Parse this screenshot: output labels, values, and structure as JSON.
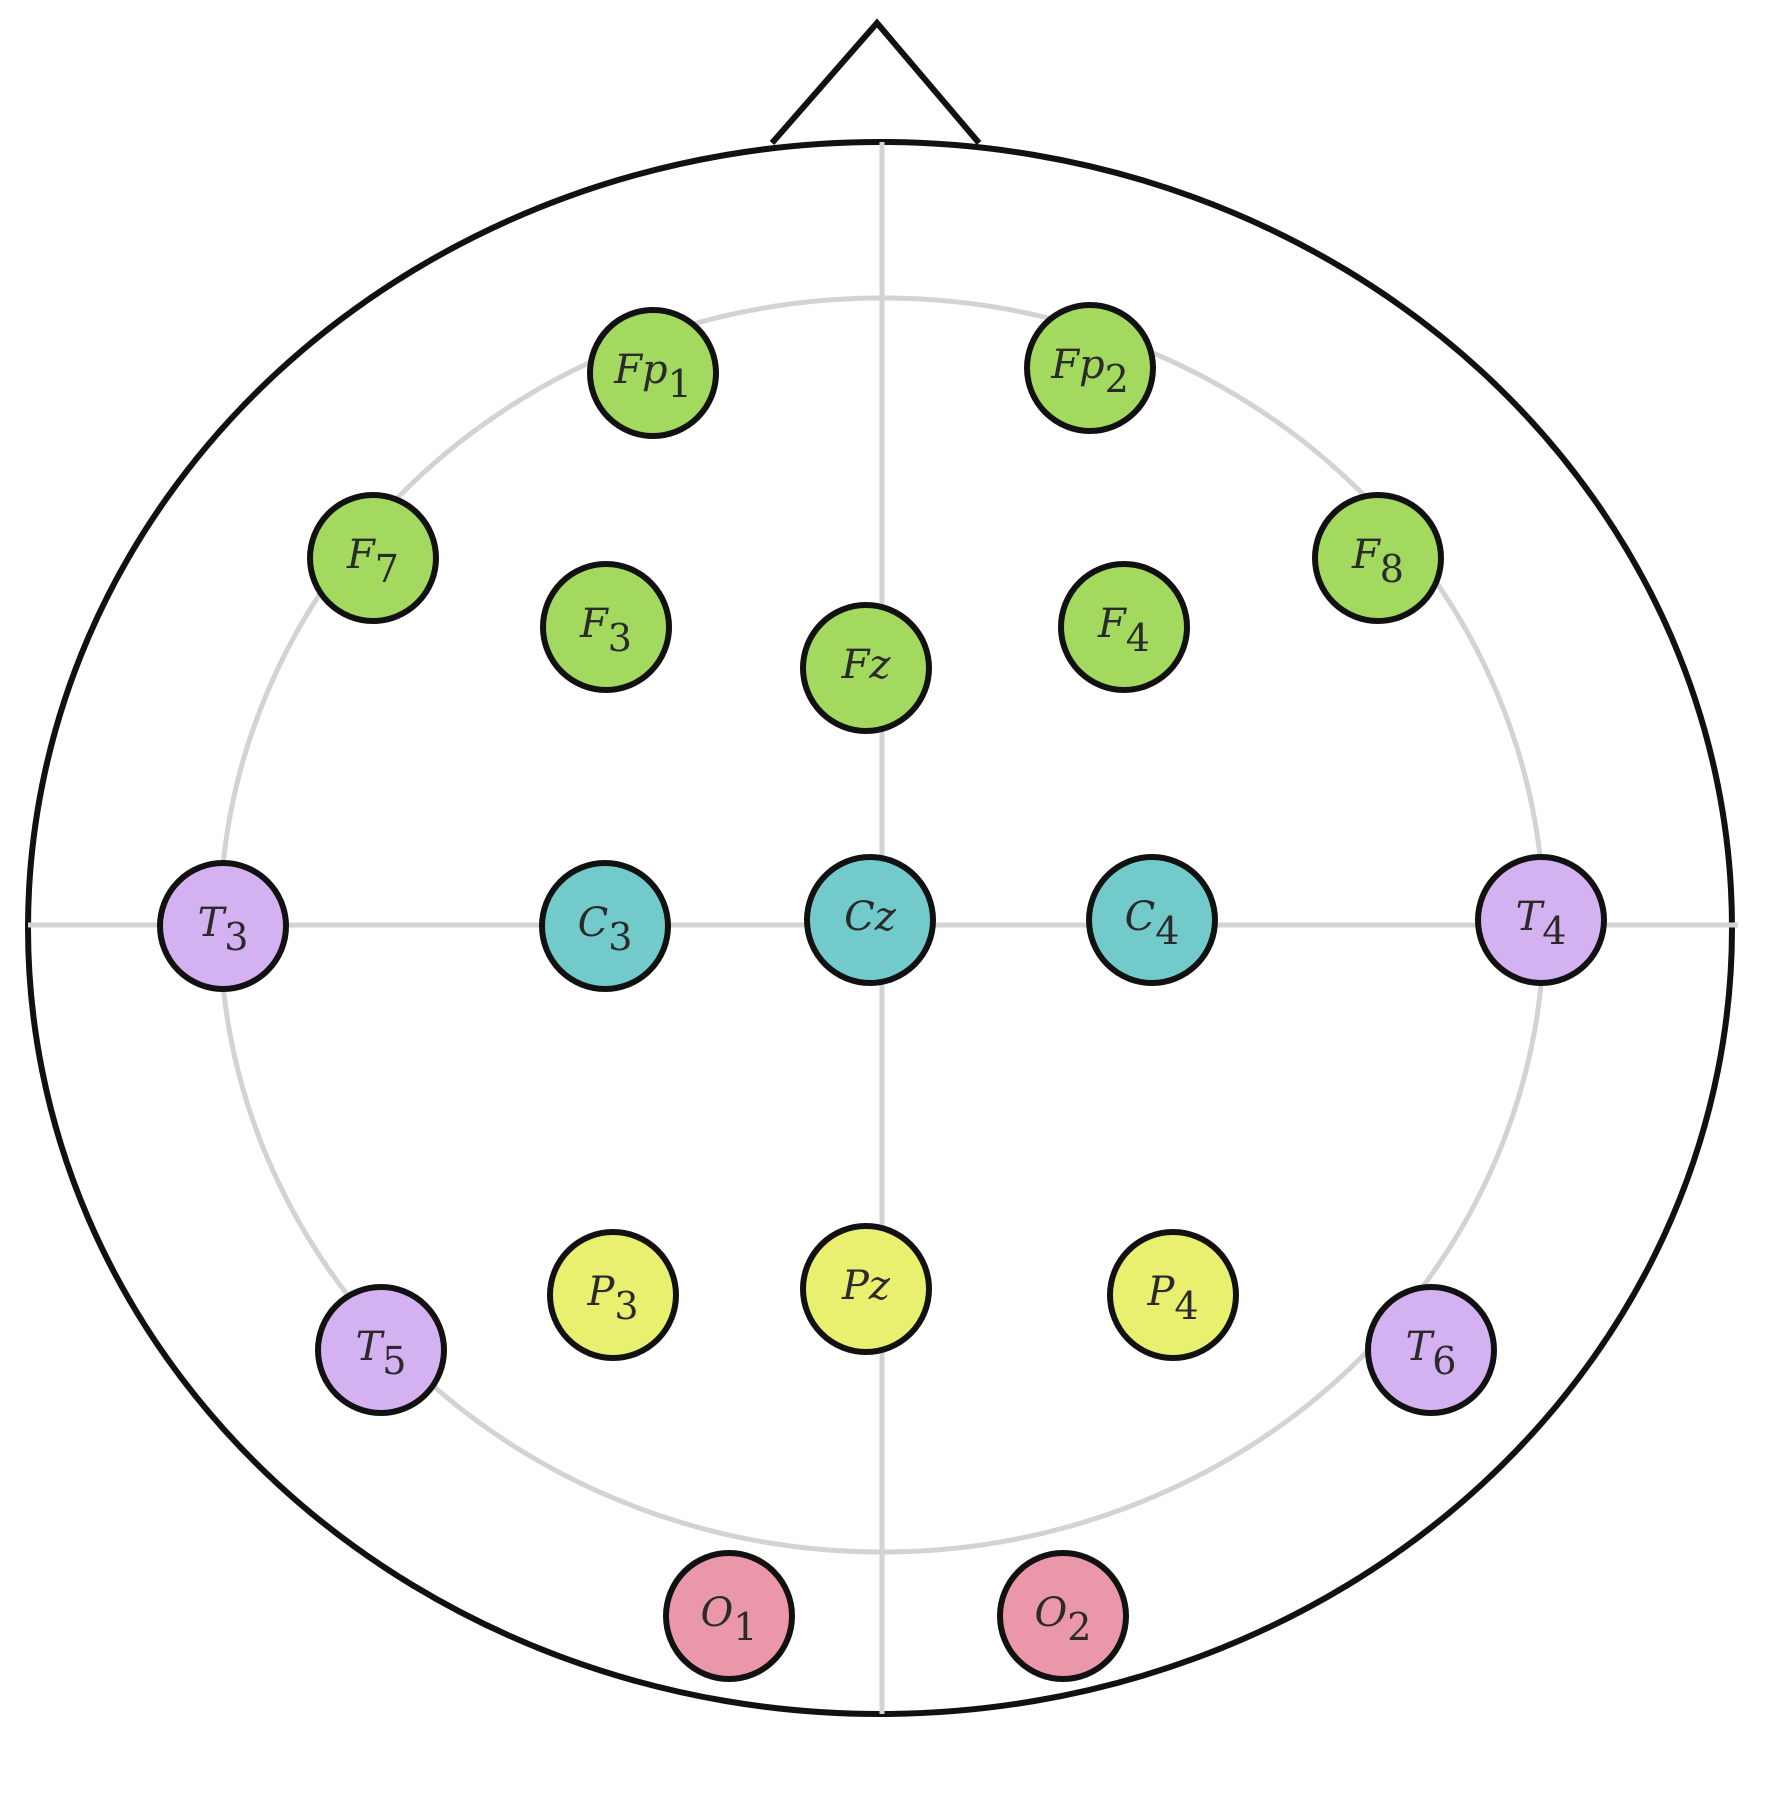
{
  "colors": {
    "frontal": "#a3d95e",
    "central": "#72cacb",
    "temporal": "#d4b1f0",
    "parietal": "#e9f06f",
    "occipital": "#eb97aa",
    "outline": "#111111",
    "guide": "#d3d3d3"
  },
  "electrodes": [
    {
      "id": "fp1",
      "base": "Fp",
      "sub": "1",
      "group": "frontal"
    },
    {
      "id": "fp2",
      "base": "Fp",
      "sub": "2",
      "group": "frontal"
    },
    {
      "id": "f7",
      "base": "F",
      "sub": "7",
      "group": "frontal"
    },
    {
      "id": "f3",
      "base": "F",
      "sub": "3",
      "group": "frontal"
    },
    {
      "id": "fz",
      "base": "Fz",
      "sub": "",
      "group": "frontal"
    },
    {
      "id": "f4",
      "base": "F",
      "sub": "4",
      "group": "frontal"
    },
    {
      "id": "f8",
      "base": "F",
      "sub": "8",
      "group": "frontal"
    },
    {
      "id": "t3",
      "base": "T",
      "sub": "3",
      "group": "temporal"
    },
    {
      "id": "c3",
      "base": "C",
      "sub": "3",
      "group": "central"
    },
    {
      "id": "cz",
      "base": "Cz",
      "sub": "",
      "group": "central"
    },
    {
      "id": "c4",
      "base": "C",
      "sub": "4",
      "group": "central"
    },
    {
      "id": "t4",
      "base": "T",
      "sub": "4",
      "group": "temporal"
    },
    {
      "id": "t5",
      "base": "T",
      "sub": "5",
      "group": "temporal"
    },
    {
      "id": "p3",
      "base": "P",
      "sub": "3",
      "group": "parietal"
    },
    {
      "id": "pz",
      "base": "Pz",
      "sub": "",
      "group": "parietal"
    },
    {
      "id": "p4",
      "base": "P",
      "sub": "4",
      "group": "parietal"
    },
    {
      "id": "t6",
      "base": "T",
      "sub": "6",
      "group": "temporal"
    },
    {
      "id": "o1",
      "base": "O",
      "sub": "1",
      "group": "occipital"
    },
    {
      "id": "o2",
      "base": "O",
      "sub": "2",
      "group": "occipital"
    }
  ]
}
